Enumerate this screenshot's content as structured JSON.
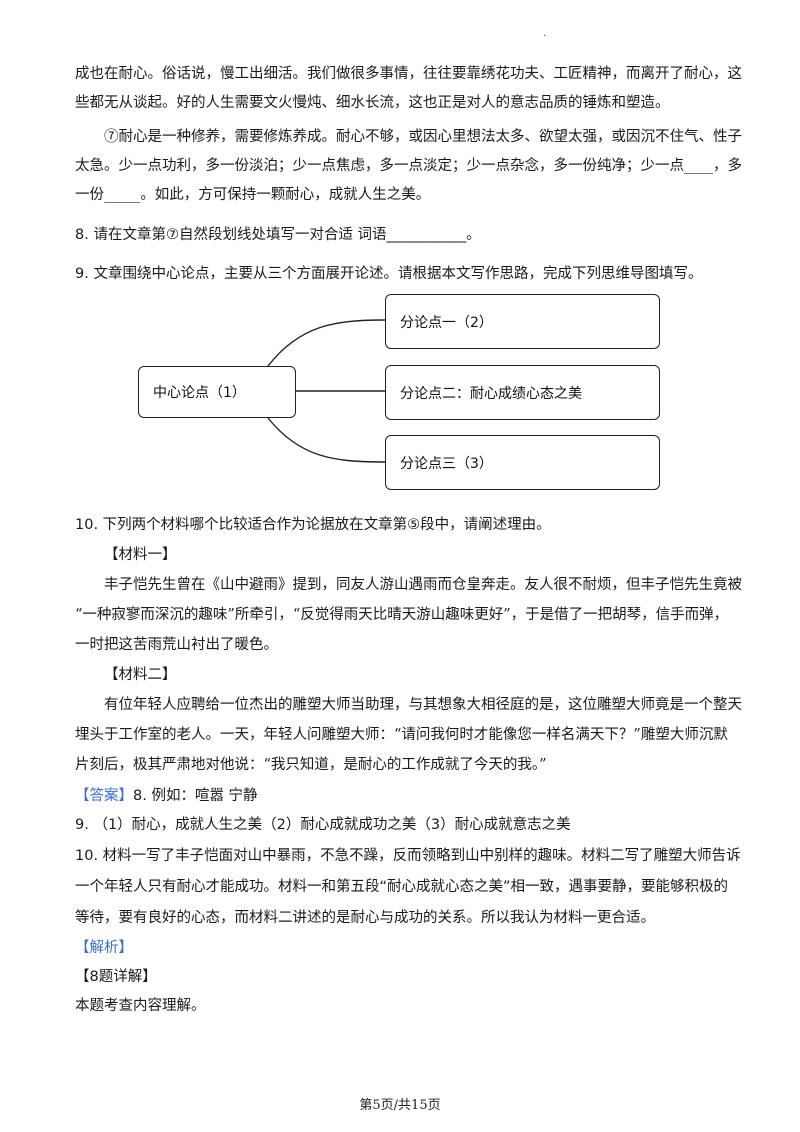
{
  "top_mark": ".",
  "text": {
    "l1": "成也在耐心。俗话说，慢工出细活。我们做很多事情，往往要靠绣花功夫、工匠精神，而离开了耐心，这",
    "l2": "些都无从谈起。好的人生需要文火慢炖、细水长流，这也正是对人的意志品质的锤炼和塑造。",
    "l3": "⑦耐心是一种修养，需要修炼养成。耐心不够，或因心里想法太多、欲望太强，或因沉不住气、性子",
    "l4": "太急。少一点功利，多一份淡泊；少一点焦虑，多一点淡定；少一点杂念，多一份纯净；少一点____，多",
    "l5": "一份_____。如此，方可保持一颗耐心，成就人生之美。",
    "q8": "8. 请在文章第⑦自然段划线处填写一对合适   词语___________。",
    "q9": "9. 文章围绕中心论点，主要从三个方面展开论述。请根据本文写作思路，完成下列思维导图填写。",
    "q10": "10. 下列两个材料哪个比较适合作为论据放在文章第⑤段中，请阐述理由。",
    "m1_title": "【材料一】",
    "m1_l1": "丰子恺先生曾在《山中避雨》提到，同友人游山遇雨而仓皇奔走。友人很不耐烦，但丰子恺先生竟被",
    "m1_l2": "“一种寂寥而深沉的趣味”所牵引，“反觉得雨天比晴天游山趣味更好”，于是借了一把胡琴，信手而弹，",
    "m1_l3": "一时把这苦雨荒山衬出了暖色。",
    "m2_title": "【材料二】",
    "m2_l1": "有位年轻人应聘给一位杰出的雕塑大师当助理，与其想象大相径庭的是，这位雕塑大师竟是一个整天",
    "m2_l2": "埋头于工作室的老人。一天，年轻人问雕塑大师：“请问我何时才能像您一样名满天下？”雕塑大师沉默",
    "m2_l3": "片刻后，极其严肃地对他说：“我只知道，是耐心的工作成就了今天的我。”",
    "ans_tag": "【答案】",
    "ans8": "8. 例如：喧嚣   宁静",
    "ans9": "9. （1）耐心，成就人生之美（2）耐心成就成功之美（3）耐心成就意志之美",
    "ans10_l1": "10. 材料一写了丰子恺面对山中暴雨，不急不躁，反而领略到山中别样的趣味。材料二写了雕塑大师告诉",
    "ans10_l2": "一个年轻人只有耐心才能成功。材料一和第五段“耐心成就心态之美”相一致，遇事要静，要能够积极的",
    "ans10_l3": "等待，要有良好的心态，而材料二讲述的是耐心与成功的关系。所以我认为材料一更合适。",
    "analysis_tag": "【解析】",
    "detail8": "【8题详解】",
    "detail_text": "本题考查内容理解。"
  },
  "mindmap": {
    "center": "中心论点（1）",
    "branch1": "分论点一（2）",
    "branch2": "分论点二：耐心成绩心态之美",
    "branch3": "分论点三（3）"
  },
  "footer": "第5页/共15页",
  "colors": {
    "accent_blue": "#3a6fd0",
    "text": "#1a1a1a",
    "border": "#222222"
  }
}
